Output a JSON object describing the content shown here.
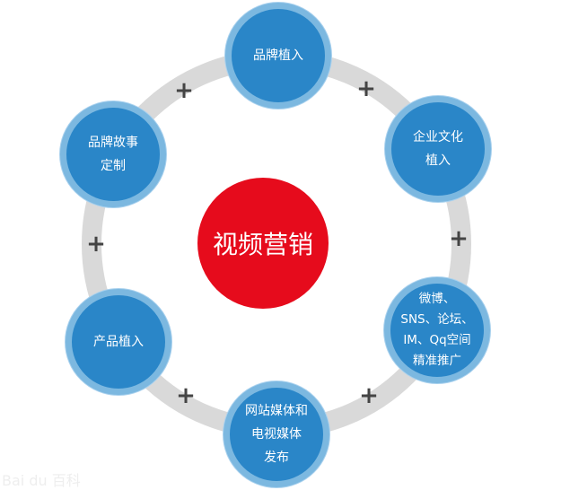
{
  "center": {
    "label": "视频营销",
    "color": "#e60b1c"
  },
  "nodes": [
    {
      "label": "品牌植入"
    },
    {
      "label": "企业文化\n植入"
    },
    {
      "label": "微博、\nSNS、论坛、\nIM、Qq空间\n精准推广"
    },
    {
      "label": "网站媒体和\n电视媒体\n发布"
    },
    {
      "label": "产品植入"
    },
    {
      "label": "品牌故事\n定制"
    }
  ],
  "connector": "+",
  "watermark": "Bai du 百科",
  "colors": {
    "node": "#2a86c8",
    "ring": "#d9d9d9"
  }
}
